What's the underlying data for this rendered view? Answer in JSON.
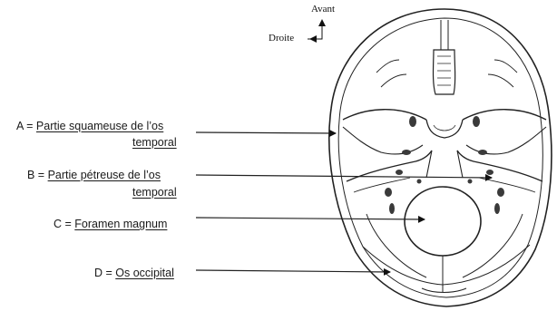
{
  "orientation": {
    "up": "Avant",
    "left": "Droite"
  },
  "labels": [
    {
      "letter": "A",
      "prefix": "A = ",
      "line1": "Partie squameuse de l’os",
      "line2": "temporal"
    },
    {
      "letter": "B",
      "prefix": "B = ",
      "line1": "Partie pétreuse de l’os",
      "line2": "temporal"
    },
    {
      "letter": "C",
      "prefix": "C = ",
      "line1": "Foramen magnum"
    },
    {
      "letter": "D",
      "prefix": "D = ",
      "line1": "Os occipital"
    }
  ],
  "colors": {
    "ink": "#1a1a1a",
    "line": "#222222",
    "shade": "#3a3a3a"
  }
}
